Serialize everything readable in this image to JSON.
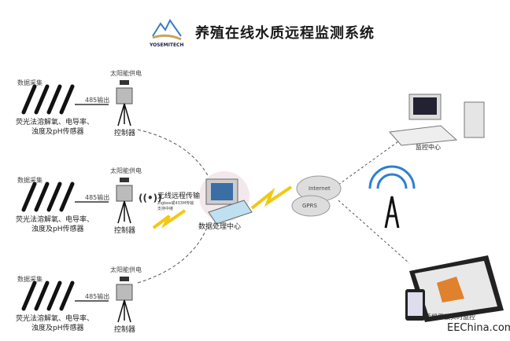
{
  "header": {
    "title": "养殖在线水质远程监测系统",
    "logo_text": "YOSEMITECH"
  },
  "stations": [
    {
      "collect": "数据采集",
      "power": "太阳能供电",
      "output": "485输出",
      "sensor_line1": "荧光法溶解氧、电导率、",
      "sensor_line2": "浊度及pH传感器",
      "controller": "控制器"
    },
    {
      "collect": "数据采集",
      "power": "太阳能供电",
      "output": "485输出",
      "sensor_line1": "荧光法溶解氧、电导率、",
      "sensor_line2": "浊度及pH传感器",
      "controller": "控制器"
    },
    {
      "collect": "数据采集",
      "power": "太阳能供电",
      "output": "485输出",
      "sensor_line1": "荧光法溶解氧、电导率、",
      "sensor_line2": "浊度及pH传感器",
      "controller": "控制器"
    }
  ],
  "wireless": {
    "title": "无线远程传输",
    "sub1": "Zigbee或433M传输",
    "sub2": "支持中继"
  },
  "center": {
    "label": "数据处理中心"
  },
  "cloud": {
    "internet": "Internet",
    "gprs": "GPRS"
  },
  "monitor": {
    "label": "监控中心"
  },
  "mobile": {
    "label": "手机平板实时监控"
  },
  "watermark": {
    "site": "EEChina.com"
  },
  "colors": {
    "lightning": "#f2c811",
    "cloud": "#d8d8d8",
    "screen": "#3a6ea5"
  }
}
